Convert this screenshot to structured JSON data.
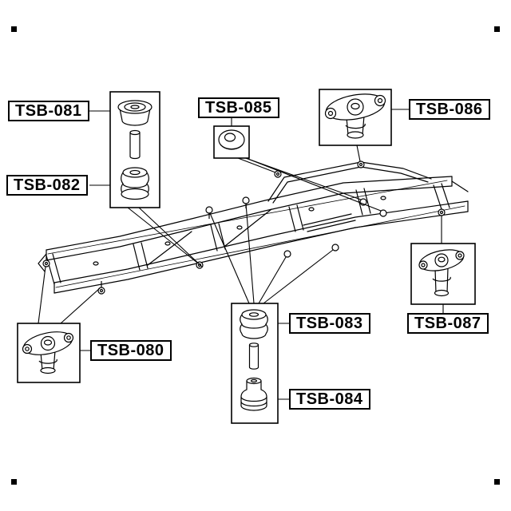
{
  "diagram": {
    "colors": {
      "background": "#ffffff",
      "line": "#000000"
    },
    "labels": {
      "tsb080": "TSB-080",
      "tsb081": "TSB-081",
      "tsb082": "TSB-082",
      "tsb083": "TSB-083",
      "tsb084": "TSB-084",
      "tsb085": "TSB-085",
      "tsb086": "TSB-086",
      "tsb087": "TSB-087"
    }
  }
}
